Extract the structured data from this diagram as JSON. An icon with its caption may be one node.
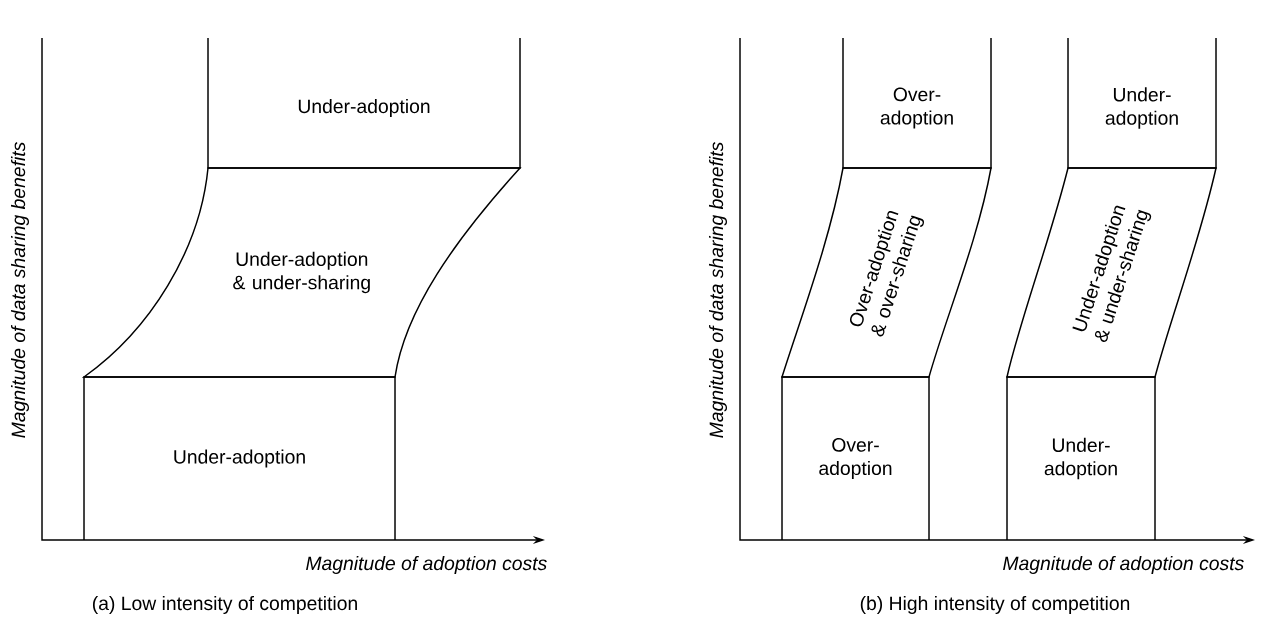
{
  "diagram": {
    "nodes": [
      {
        "text": [
          "Under-adoption"
        ]
      },
      {
        "text": [
          "Under-adoption & under-sharing"
        ]
      },
      {
        "text": [
          "Under-adoption"
        ]
      },
      {
        "text": [
          "Over-adoption"
        ]
      },
      {
        "text": [
          "Under-adoption"
        ]
      },
      {
        "text": [
          "Over-adoption & over-sharing"
        ]
      },
      {
        "text": [
          "Under-adoption & under-sharing"
        ]
      },
      {
        "text": [
          "Over-adoption"
        ]
      },
      {
        "text": [
          "Under-adoption"
        ]
      }
    ],
    "labels": [
      "Magnitude of data sharing benefits",
      "Magnitude of adoption costs",
      "(a) Low intensity of competition",
      "Magnitude of data sharing benefits",
      "Magnitude of adoption costs",
      "(b) High intensity of competition"
    ]
  }
}
